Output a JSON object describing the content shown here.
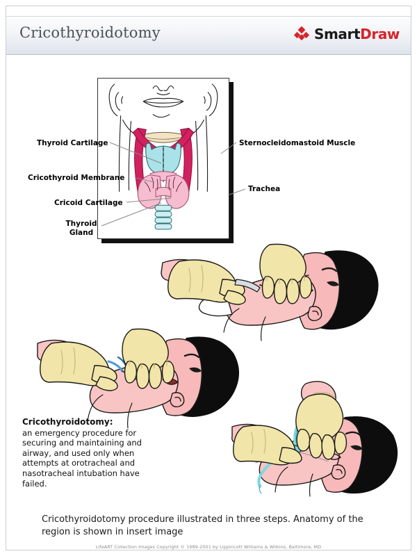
{
  "header": {
    "title": "Cricothyroidotomy",
    "logo": {
      "icon": "smartdraw-diamond-icon",
      "text_primary": "Smart",
      "text_secondary": "Draw",
      "color_primary": "#1a1a1a",
      "color_secondary": "#d8232a",
      "diamond_color": "#d8232a"
    }
  },
  "insert": {
    "name": "neck-anatomy-insert",
    "labels": {
      "thyroid_cartilage": "Thyroid Cartilage",
      "cricothyroid_membrane": "Cricothyroid Membrane",
      "cricoid_cartilage": "Cricoid Cartilage",
      "thyroid_gland": "Thyroid\nGland",
      "sternocleidomastoid": "Sternocleidomastoid Muscle",
      "trachea": "Trachea"
    },
    "colors": {
      "thyroid_cartilage": "#a9e2e8",
      "thyroid_gland": "#f6bcd0",
      "muscle": "#d1215f",
      "trachea": "#cdeef0",
      "hyoid": "#f2e3c4",
      "outline": "#1a1a1a",
      "leader_line": "#8a8a8a"
    }
  },
  "steps": [
    {
      "name": "step-1-landmark-identification"
    },
    {
      "name": "step-2-incision"
    },
    {
      "name": "step-3-tube-insertion"
    }
  ],
  "illustration_colors": {
    "glove": "#f2e5a9",
    "glove_shadow": "#ddcd86",
    "skin": "#f9c4c4",
    "skin_face": "#f7b9b9",
    "hair": "#0d0d0d",
    "tube": "#7fd8e0",
    "tube_dark": "#3fb3c4",
    "outline": "#1a1a1a",
    "sleeve": "#ffffff"
  },
  "definition": {
    "term": "Cricothyroidotomy:",
    "body": "an emergency procedure for securing and maintaining and airway, and used only when attempts at orotracheal and nasotracheal intubation have failed."
  },
  "caption": "Cricothyroidotomy procedure illustrated in three steps.  Anatomy of the region is shown in insert image",
  "copyright": "LifeART Collection Images Copyright © 1989-2001 by Lippincott Williams & Wilkins, Baltimore, MD"
}
